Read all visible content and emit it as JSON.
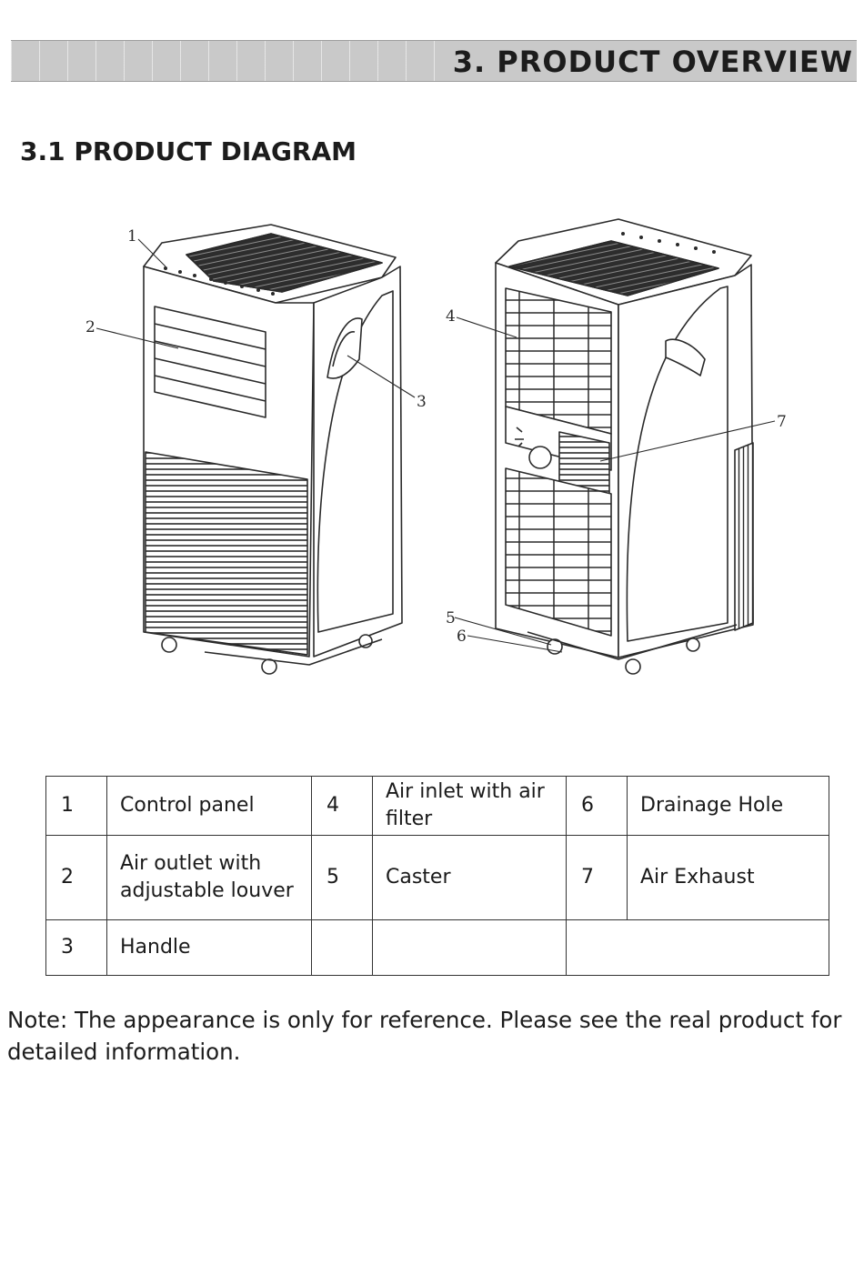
{
  "header": {
    "title": "3.  PRODUCT  OVERVIEW"
  },
  "section": {
    "title": "3.1 PRODUCT DIAGRAM"
  },
  "diagram": {
    "callouts": [
      "1",
      "2",
      "3",
      "4",
      "5",
      "6",
      "7"
    ]
  },
  "parts_table": {
    "rows": [
      [
        {
          "num": "1",
          "label": "Control panel"
        },
        {
          "num": "4",
          "label": "Air inlet with air filter"
        },
        {
          "num": "6",
          "label": "Drainage Hole"
        }
      ],
      [
        {
          "num": "2",
          "label": "Air outlet with adjustable louver"
        },
        {
          "num": "5",
          "label": "Caster"
        },
        {
          "num": "7",
          "label": "Air Exhaust"
        }
      ],
      [
        {
          "num": "3",
          "label": "Handle"
        },
        {
          "num": "",
          "label": ""
        },
        {
          "num": "",
          "label": ""
        }
      ]
    ]
  },
  "note": {
    "text": "Note: The appearance is only for reference. Please see the real product for detailed information."
  }
}
